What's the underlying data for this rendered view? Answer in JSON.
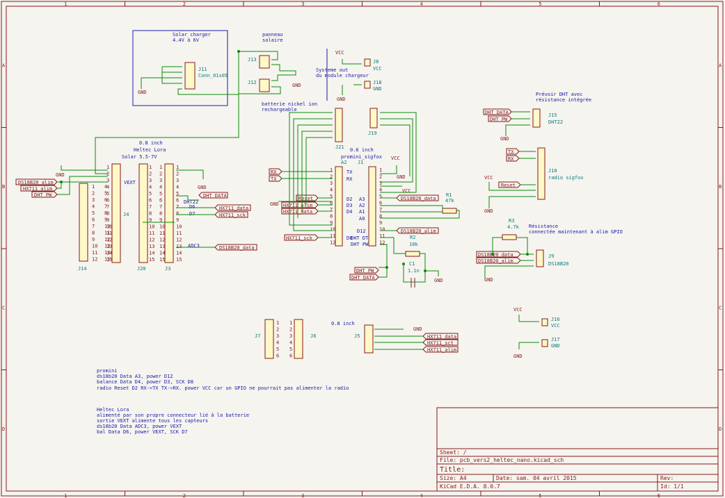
{
  "frame": {
    "col_labels": [
      "1",
      "2",
      "3",
      "4",
      "5",
      "6"
    ],
    "row_labels": [
      "A",
      "B",
      "C",
      "D"
    ]
  },
  "title_block": {
    "sheet": "Sheet: /",
    "file": "File: pcb_vers2_heltec_nano.kicad_sch",
    "title": "Title:",
    "size": "Size: A4",
    "date": "Date: sam. 04 avril 2015",
    "rev": "Rev:",
    "tool": "KiCad E.D.A. 8.0.7",
    "id": "Id: 1/1"
  },
  "labels": {
    "solar_charger": "Solar charger",
    "solar_charger_v": "4.4V à 6V",
    "j11": "J11",
    "j11_val": "Conn_01x05",
    "panneau": "panneau",
    "solaire": "solaire",
    "j13": "J13",
    "j12": "J12",
    "systeme": "Systeme out",
    "module": "du module chargeur",
    "batterie": "batterie nickel ion",
    "rechargeable": "rechargeable",
    "j8": "J8",
    "j18": "J18",
    "j21": "J21",
    "j19": "J19",
    "heltec_size": "0.8 inch",
    "heltec_name": "Heltec Lora",
    "heltec_power": "Solar 5.5-7V",
    "vext": "VEXT",
    "j4": "J4",
    "j14": "J14",
    "j20": "J20",
    "j3": "J3",
    "dht22": "DHT22",
    "d6": "D6",
    "d7": "D7",
    "adc3": "ADC3",
    "prom_size": "0.6 inch",
    "prom_name": "promini_sigfox",
    "a2": "A2",
    "j1": "J1",
    "tx": "TX",
    "rx": "RX",
    "d2": "D2",
    "d3": "D3",
    "d4": "D4",
    "a3": "A3",
    "a1": "A1",
    "a0": "A0",
    "d12": "D12",
    "d8": "D8",
    "dht_dt": "DHT DT",
    "dht_pw": "DHT PW",
    "r1": "R1",
    "r1_val": "47k",
    "r2": "R2",
    "r2_val": "10k",
    "c1": "C1",
    "c1_val": "1.1n",
    "prevoir": "Prévoir DHT avec",
    "prevoir2": "résistance intégrée",
    "j15": "J15",
    "dht22b": "DHT22",
    "j10": "J10",
    "radio": "radio sigfox",
    "r3": "R3",
    "r3_val": "4.7k",
    "resist": "Résistance",
    "resist2": "connectée maintenant à alim GPIO",
    "j9": "J9",
    "ds18b20": "DS18B20",
    "j7": "J7",
    "j6": "J6",
    "j5": "J5",
    "j5_size": "0.8 inch",
    "j16": "J16",
    "j17": "J17",
    "vcc": "VCC",
    "gnd": "GND"
  },
  "net_labels": {
    "ds18b20_alim": "DS18B20_alim",
    "hx711_alim": "HX711_alim",
    "dht_pw": "DHT PW",
    "dht_data": "DHT DATA",
    "hx711_data": "HX711_data",
    "hx711_sck": "HX711_sck",
    "ds18b20_data": "DS18B20_data",
    "rx": "RX",
    "tx": "TX",
    "reset": "Reset",
    "hx711_sct": "HX711_sct"
  },
  "notes": {
    "promini": [
      "promini",
      "ds18b20 Data A3, power D12",
      "balance Data D4, power D3, SCK D8",
      "radio Reset D2  RX->TX TX->RX. power VCC car un GPIO ne pourrait pas alimenter la radio"
    ],
    "heltec": [
      "Heltec Lora",
      "alimenté par son propre connecteur lié à la batterie",
      "sortie VEXT alimente tous les capteurs",
      "ds18b20 Data ADC3, power VEXT",
      "bal Data D6, power VEXT, SCK D7"
    ]
  },
  "colors": {
    "frame": "#841818",
    "wire": "#0a8a0a",
    "note": "#1a1aa8",
    "component_fill": "#fff8c8",
    "background": "#f5f4ef"
  }
}
